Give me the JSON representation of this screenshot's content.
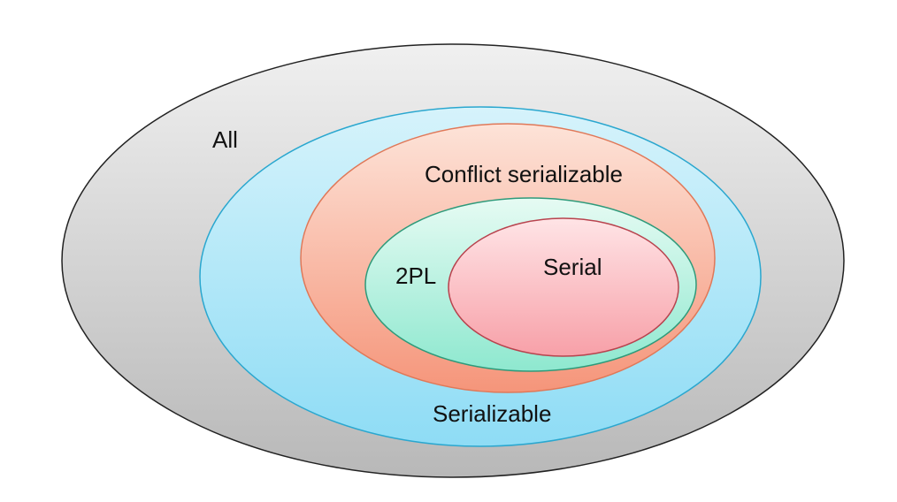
{
  "sets": {
    "all": {
      "label": "All",
      "fill_top": "#f0f0f0",
      "fill_bottom": "#b8b8b8",
      "stroke": "#222222"
    },
    "serializable": {
      "label": "Serializable",
      "fill_top": "#d6f3fb",
      "fill_bottom": "#8edcf5",
      "stroke": "#2aa7cf"
    },
    "conflict_serializable": {
      "label": "Conflict serializable",
      "fill_top": "#fde3d8",
      "fill_bottom": "#f5957a",
      "stroke": "#e07858"
    },
    "two_pl": {
      "label": "2PL",
      "fill_top": "#e6fbf3",
      "fill_bottom": "#8ee8cf",
      "stroke": "#2e9a7a"
    },
    "serial": {
      "label": "Serial",
      "fill_top": "#ffe4e6",
      "fill_bottom": "#f7a0a8",
      "stroke": "#b8434e"
    }
  }
}
